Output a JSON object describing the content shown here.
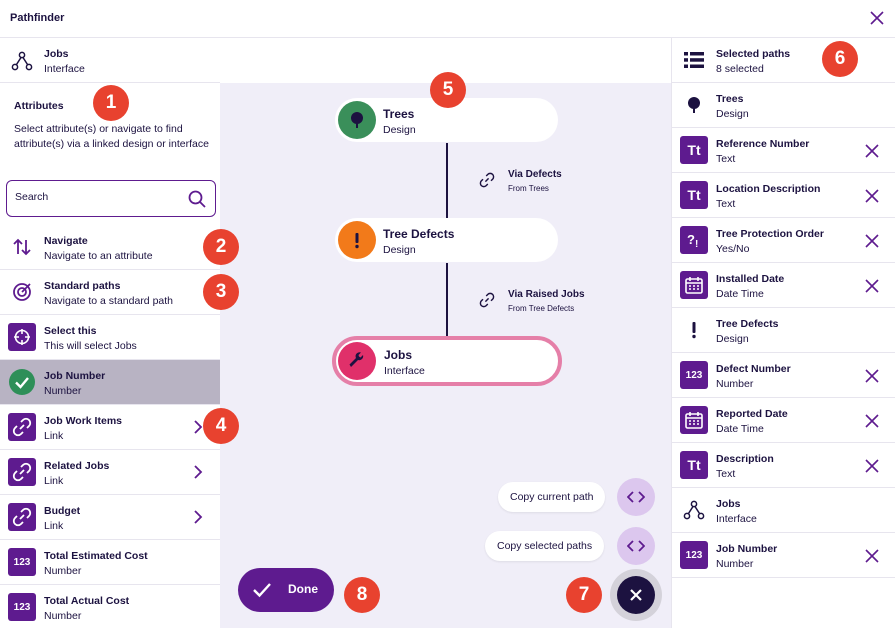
{
  "window": {
    "title": "Pathfinder"
  },
  "context": {
    "title": "Jobs",
    "subtitle": "Interface"
  },
  "attributes": {
    "heading": "Attributes",
    "description": "Select attribute(s) or navigate to find attribute(s) via a linked design or interface"
  },
  "search": {
    "placeholder": "Search",
    "value": ""
  },
  "left_items": [
    {
      "title": "Navigate",
      "subtitle": "Navigate to an attribute",
      "icon": "navigate-arrows-icon"
    },
    {
      "title": "Standard paths",
      "subtitle": "Navigate to a standard path",
      "icon": "target-icon"
    },
    {
      "title": "Select this",
      "subtitle": "This will select Jobs",
      "icon": "crosshair-icon"
    },
    {
      "title": "Job Number",
      "subtitle": "Number",
      "icon": "check-circle-icon"
    },
    {
      "title": "Job Work Items",
      "subtitle": "Link",
      "icon": "link-icon"
    },
    {
      "title": "Related Jobs",
      "subtitle": "Link",
      "icon": "link-icon"
    },
    {
      "title": "Budget",
      "subtitle": "Link",
      "icon": "link-icon"
    },
    {
      "title": "Total Estimated Cost",
      "subtitle": "Number",
      "icon": "number-icon"
    },
    {
      "title": "Total Actual Cost",
      "subtitle": "Number",
      "icon": "number-icon"
    }
  ],
  "number_icon_text": "123",
  "text_icon_text": "Tt",
  "path": {
    "nodes": [
      {
        "title": "Trees",
        "subtitle": "Design",
        "color": "#3a8f5a"
      },
      {
        "title": "Tree Defects",
        "subtitle": "Design",
        "color": "#f27a1a"
      },
      {
        "title": "Jobs",
        "subtitle": "Interface",
        "color": "#e0306a"
      }
    ],
    "links": [
      {
        "title": "Via Defects",
        "subtitle": "From Trees"
      },
      {
        "title": "Via Raised Jobs",
        "subtitle": "From Tree Defects"
      }
    ]
  },
  "actions": {
    "copy_current": "Copy current path",
    "copy_selected": "Copy selected paths",
    "done": "Done"
  },
  "selected": {
    "header_title": "Selected paths",
    "header_subtitle": "8 selected",
    "items": [
      {
        "title": "Trees",
        "subtitle": "Design",
        "icon": "tree-icon",
        "removable": false
      },
      {
        "title": "Reference Number",
        "subtitle": "Text",
        "icon": "text-icon",
        "removable": true
      },
      {
        "title": "Location Description",
        "subtitle": "Text",
        "icon": "text-icon",
        "removable": true
      },
      {
        "title": "Tree Protection Order",
        "subtitle": "Yes/No",
        "icon": "yes-no-icon",
        "removable": true
      },
      {
        "title": "Installed Date",
        "subtitle": "Date Time",
        "icon": "calendar-icon",
        "removable": true
      },
      {
        "title": "Tree Defects",
        "subtitle": "Design",
        "icon": "exclamation-icon",
        "removable": false
      },
      {
        "title": "Defect Number",
        "subtitle": "Number",
        "icon": "number-icon",
        "removable": true
      },
      {
        "title": "Reported Date",
        "subtitle": "Date Time",
        "icon": "calendar-icon",
        "removable": true
      },
      {
        "title": "Description",
        "subtitle": "Text",
        "icon": "text-icon",
        "removable": true
      },
      {
        "title": "Jobs",
        "subtitle": "Interface",
        "icon": "interface-icon",
        "removable": false
      },
      {
        "title": "Job Number",
        "subtitle": "Number",
        "icon": "number-icon",
        "removable": true
      }
    ]
  },
  "callouts": [
    "1",
    "2",
    "3",
    "4",
    "5",
    "6",
    "7",
    "8"
  ],
  "colors": {
    "brand": "#5e1b8f",
    "ink": "#1c1240",
    "canvas": "#f0eef8",
    "callout": "#e8422f",
    "selected_row": "#b8b3c3",
    "active_outline": "#e57fa8"
  }
}
